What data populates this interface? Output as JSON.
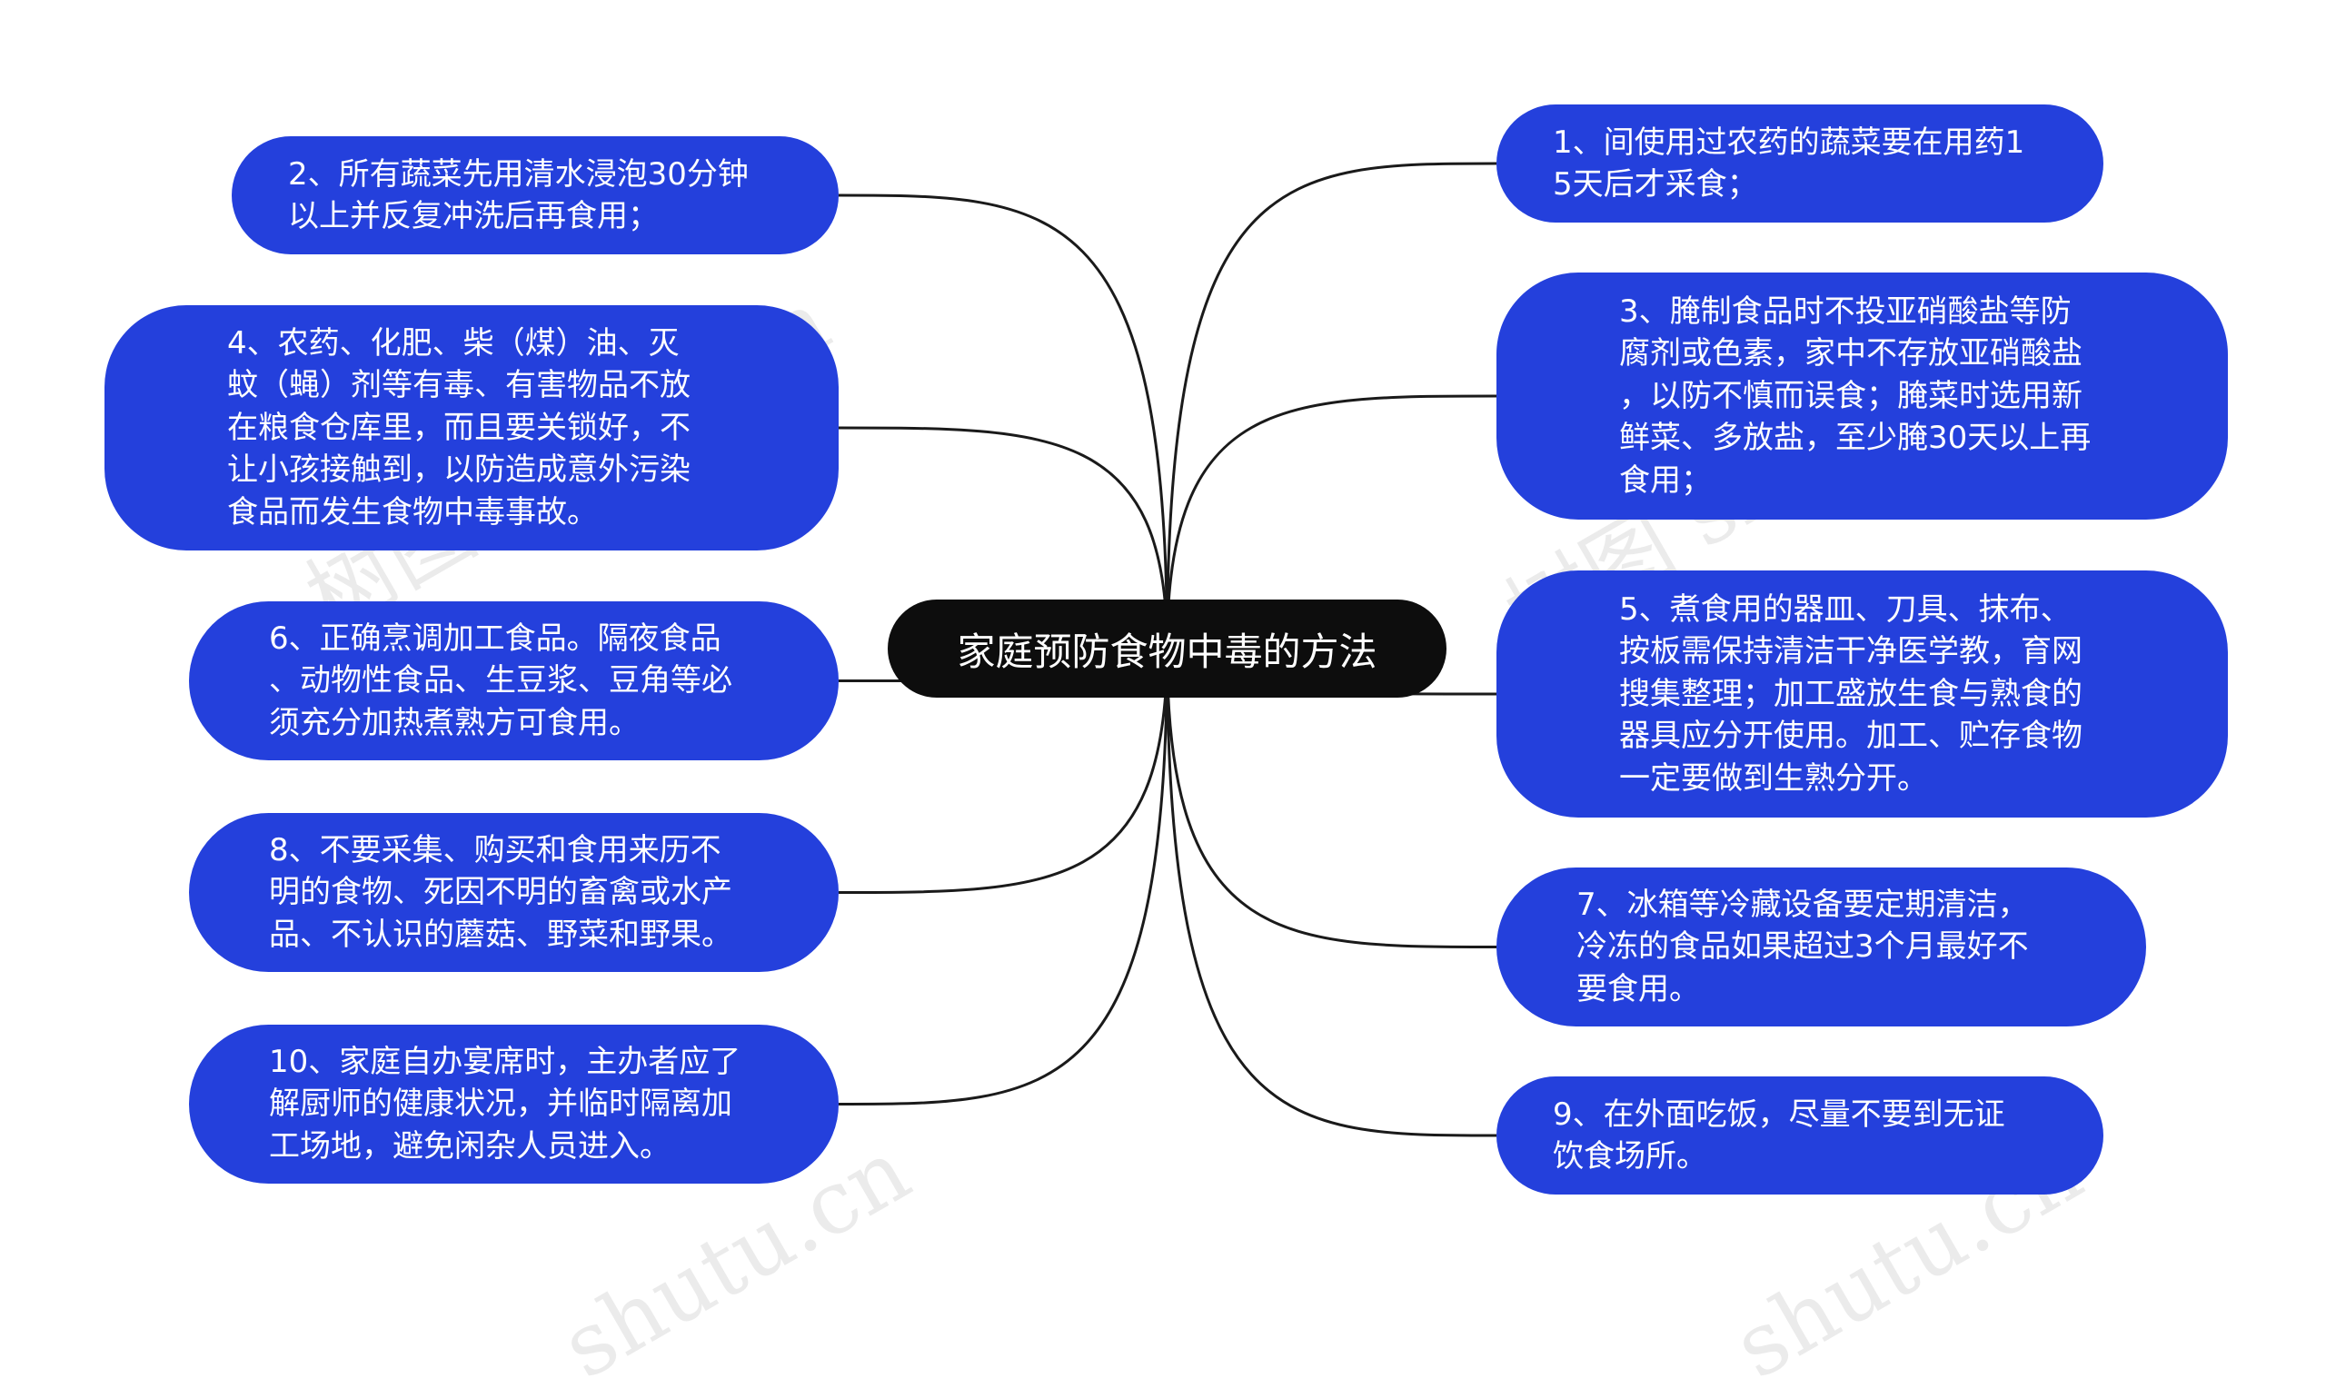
{
  "root": {
    "title": "家庭预防食物中毒的方法"
  },
  "nodes": [
    {
      "id": "n1",
      "side": "right",
      "text": "1、间使用过农药的蔬菜要在用药1\n5天后才采食；"
    },
    {
      "id": "n2",
      "side": "left",
      "text": "2、所有蔬菜先用清水浸泡30分钟\n以上并反复冲洗后再食用；"
    },
    {
      "id": "n3",
      "side": "right",
      "text": "3、腌制食品时不投亚硝酸盐等防\n腐剂或色素，家中不存放亚硝酸盐\n，以防不慎而误食；腌菜时选用新\n鲜菜、多放盐，至少腌30天以上再\n食用；"
    },
    {
      "id": "n4",
      "side": "left",
      "text": "4、农药、化肥、柴（煤）油、灭\n蚊（蝇）剂等有毒、有害物品不放\n在粮食仓库里，而且要关锁好，不\n让小孩接触到，以防造成意外污染\n食品而发生食物中毒事故。"
    },
    {
      "id": "n5",
      "side": "right",
      "text": "5、煮食用的器皿、刀具、抹布、\n按板需保持清洁干净医学教，育网\n搜集整理；加工盛放生食与熟食的\n器具应分开使用。加工、贮存食物\n一定要做到生熟分开。"
    },
    {
      "id": "n6",
      "side": "left",
      "text": "6、正确烹调加工食品。隔夜食品\n、动物性食品、生豆浆、豆角等必\n须充分加热煮熟方可食用。"
    },
    {
      "id": "n7",
      "side": "right",
      "text": "7、冰箱等冷藏设备要定期清洁，\n冷冻的食品如果超过3个月最好不\n要食用。"
    },
    {
      "id": "n8",
      "side": "left",
      "text": "8、不要采集、购买和食用来历不\n明的食物、死因不明的畜禽或水产\n品、不认识的蘑菇、野菜和野果。"
    },
    {
      "id": "n9",
      "side": "right",
      "text": "9、在外面吃饭，尽量不要到无证\n饮食场所。"
    },
    {
      "id": "n10",
      "side": "left",
      "text": "10、家庭自办宴席时，主办者应了\n解厨师的健康状况，并临时隔离加\n工场地，避免闲杂人员进入。"
    }
  ],
  "watermark": {
    "text_left": "树图 shutu.cn",
    "text_right": "树图 shutu.cn",
    "text_bottom_left": "shutu.cn",
    "text_bottom_right": "shutu.cn"
  },
  "colors": {
    "node_fill": "#2440dc",
    "root_fill": "#0d0d0d",
    "link": "#1a1a1a",
    "text": "#ffffff"
  }
}
